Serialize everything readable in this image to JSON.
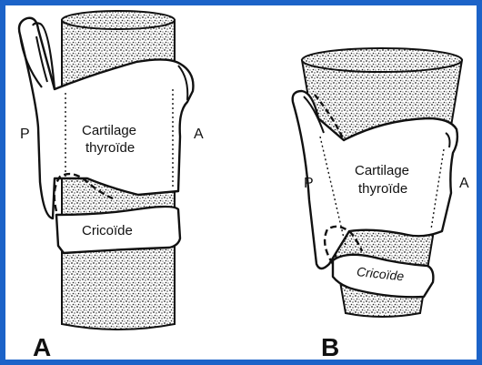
{
  "figure_a": {
    "letter": "A",
    "posterior": "P",
    "anterior": "A",
    "thyroid_line1": "Cartilage",
    "thyroid_line2": "thyroïde",
    "cricoid": "Cricoïde"
  },
  "figure_b": {
    "letter": "B",
    "posterior": "P",
    "anterior": "A",
    "thyroid_line1": "Cartilage",
    "thyroid_line2": "thyroïde",
    "cricoid": "Cricoïde"
  },
  "colors": {
    "frame": "#1c63c8",
    "background": "#ffffff",
    "ink": "#111111"
  }
}
